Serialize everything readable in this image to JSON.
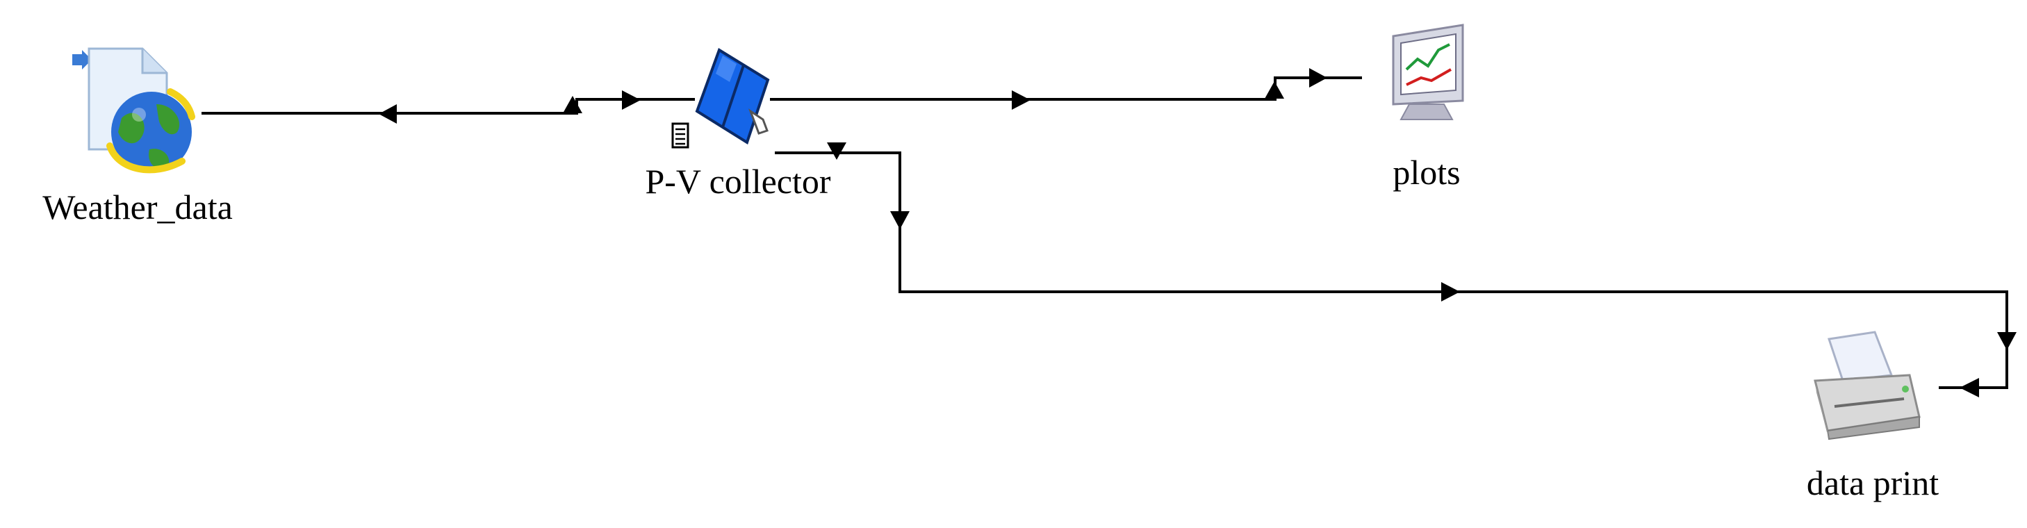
{
  "components": {
    "weather_data": {
      "label": "Weather_data",
      "icon": "weather-data-globe-icon"
    },
    "pv_collector": {
      "label": "P-V collector",
      "icon": "solar-panel-icon"
    },
    "plots": {
      "label": "plots",
      "icon": "monitor-plot-icon"
    },
    "data_print": {
      "label": "data print",
      "icon": "printer-icon"
    }
  },
  "colors": {
    "line": "#000000",
    "panel_blue": "#1565e8",
    "globe_blue": "#2b6fd6",
    "globe_green": "#3c9a2f",
    "globe_yellow": "#f2d21b",
    "monitor_frame": "#c9ccd8",
    "plot_green": "#1f9a3a",
    "plot_red": "#d21e1e",
    "printer_gray": "#8c8c8c"
  }
}
